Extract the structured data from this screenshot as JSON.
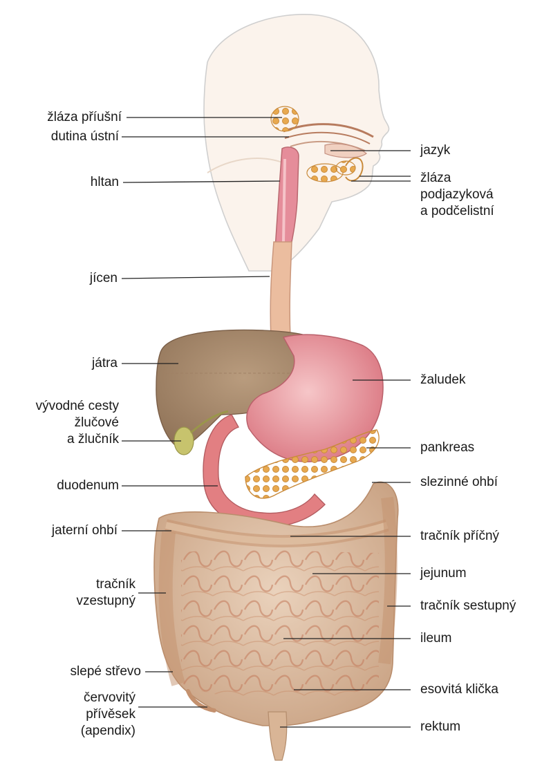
{
  "labels_left": [
    {
      "id": "zlaza-priusni",
      "lines": [
        "žláza příušní"
      ]
    },
    {
      "id": "dutina-ustni",
      "lines": [
        "dutina ústní"
      ]
    },
    {
      "id": "hltan",
      "lines": [
        "hltan"
      ]
    },
    {
      "id": "jicen",
      "lines": [
        "jícen"
      ]
    },
    {
      "id": "jatra",
      "lines": [
        "játra"
      ]
    },
    {
      "id": "vyvodne-cesty",
      "lines": [
        "vývodné cesty",
        "žlučové",
        "a žlučník"
      ]
    },
    {
      "id": "duodenum",
      "lines": [
        "duodenum"
      ]
    },
    {
      "id": "jaterni-ohbi",
      "lines": [
        "jaterní ohbí"
      ]
    },
    {
      "id": "tracnik-vzestupny",
      "lines": [
        "tračník",
        "vzestupný"
      ]
    },
    {
      "id": "slepe-strevo",
      "lines": [
        "slepé střevo"
      ]
    },
    {
      "id": "apendix",
      "lines": [
        "červovitý",
        "přívěsek",
        "(apendix)"
      ]
    }
  ],
  "labels_right": [
    {
      "id": "jazyk",
      "lines": [
        "jazyk"
      ]
    },
    {
      "id": "zlaza-podjazykova",
      "lines": [
        "žláza",
        "podjazyková",
        "a podčelistní"
      ]
    },
    {
      "id": "zaludek",
      "lines": [
        "žaludek"
      ]
    },
    {
      "id": "pankreas",
      "lines": [
        "pankreas"
      ]
    },
    {
      "id": "slezinne-ohbi",
      "lines": [
        "slezinné ohbí"
      ]
    },
    {
      "id": "tracnik-pricny",
      "lines": [
        "tračník příčný"
      ]
    },
    {
      "id": "jejunum",
      "lines": [
        "jejunum"
      ]
    },
    {
      "id": "tracnik-sestupny",
      "lines": [
        "tračník sestupný"
      ]
    },
    {
      "id": "ileum",
      "lines": [
        "ileum"
      ]
    },
    {
      "id": "esovita-klicka",
      "lines": [
        "esovitá klička"
      ]
    },
    {
      "id": "rektum",
      "lines": [
        "rektum"
      ]
    }
  ],
  "colors": {
    "head_outline": "#cfcfcf",
    "skin": "#f6e6da",
    "liver": "#a88a6c",
    "stomach": "#e89aa0",
    "pancreas": "#e7b56a",
    "glands": "#e2a95a",
    "intestine": "#d8b89c",
    "esophagus": "#e8b79a",
    "pharynx": "#e48a98",
    "duodenum": "#e07f80",
    "gallbladder": "#c4c06a",
    "leader": "#222222"
  }
}
